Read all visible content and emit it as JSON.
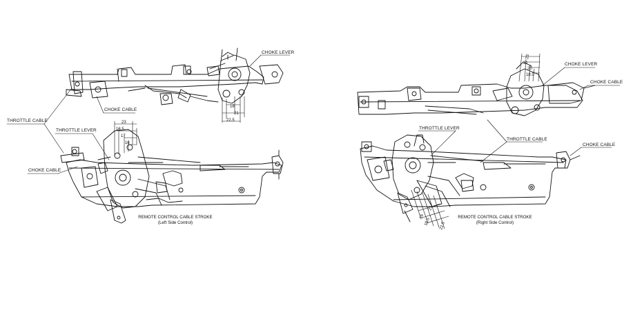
{
  "left": {
    "labels": {
      "choke_lever": "CHOKE LEVER",
      "choke_cable_top": "CHOKE CABLE",
      "throttle_cable": "THROTTLE CABLE",
      "throttle_lever": "THROTTLE LEVER",
      "choke_cable_bottom": "CHOKE CABLE"
    },
    "top_dims": [
      "18",
      "21",
      "22.5"
    ],
    "bottom_dims": [
      "23",
      "18.5",
      "17",
      "16"
    ],
    "caption": {
      "line1": "REMOTE CONTROL CABLE STROKE",
      "line2": "(Left Side Control)"
    }
  },
  "right": {
    "labels": {
      "choke_lever": "CHOKE LEVER",
      "choke_cable_top": "CHOKE CABLE",
      "throttle_lever": "THROTTLE LEVER",
      "throttle_cable": "THROTTLE CABLE",
      "choke_cable_bottom": "CHOKE CABLE"
    },
    "top_dims": [
      "23",
      "21",
      "20",
      "18.5"
    ],
    "bottom_dims": [
      "16",
      "18.5",
      "21",
      "22.5"
    ],
    "caption": {
      "line1": "REMOTE CONTROL CABLE STROKE",
      "line2": "(Right Side Control)"
    }
  }
}
